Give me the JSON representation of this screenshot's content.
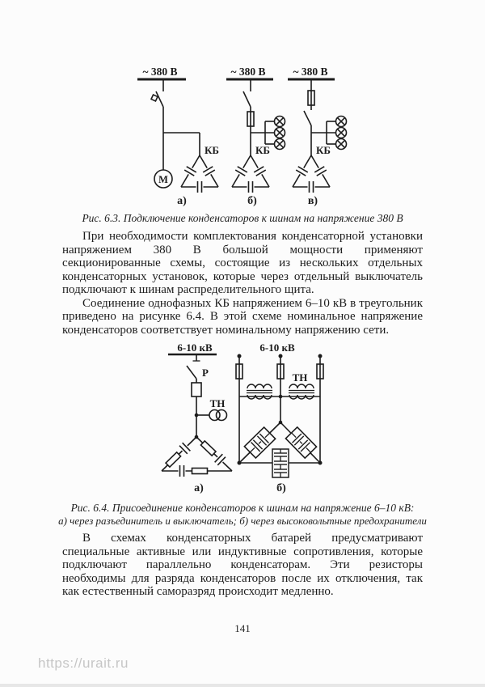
{
  "figure_6_3": {
    "bus_label": "~ 380 В",
    "capacitor_bank_label": "КБ",
    "motor_label": "М",
    "label_a": "а)",
    "label_b": "б)",
    "label_v": "в)",
    "caption": "Рис. 6.3. Подключение конденсаторов к шинам на напряжение 380 В"
  },
  "body_text": {
    "paragraph_1": "При необходимости комплектования конденсаторной установки напряжением 380 В большой мощности применяют секционированные схемы, состоящие из нескольких отдельных конденсаторных установок, которые через отдельный выключатель подключают к шинам распределительного щита.",
    "paragraph_2": "Соединение однофазных КБ напряжением 6–10 кВ в треугольник приведено на рисунке 6.4. В этой схеме номинальное напряжение конденсаторов соответствует номинальному напряжению сети."
  },
  "figure_6_4": {
    "bus_label": "6-10 кВ",
    "disconnector_label": "Р",
    "voltage_transformer_label": "ТН",
    "label_a": "а)",
    "label_b": "б)",
    "caption_line_1": "Рис. 6.4. Присоединение конденсаторов к шинам на напряжение 6–10 кВ:",
    "caption_line_2": "а) через разъединитель и выключатель; б) через высоковольтные предохранители"
  },
  "body_text_2": {
    "paragraph_3": "В схемах конденсаторных батарей предусматривают специальные активные или индуктивные сопротивления, которые подключают параллельно конденсаторам. Эти резисторы необходимы для разряда конденсаторов после их отключения, так как естественный саморазряд происходит медленно."
  },
  "footer": {
    "page_number": "141",
    "watermark": "https://urait.ru"
  }
}
